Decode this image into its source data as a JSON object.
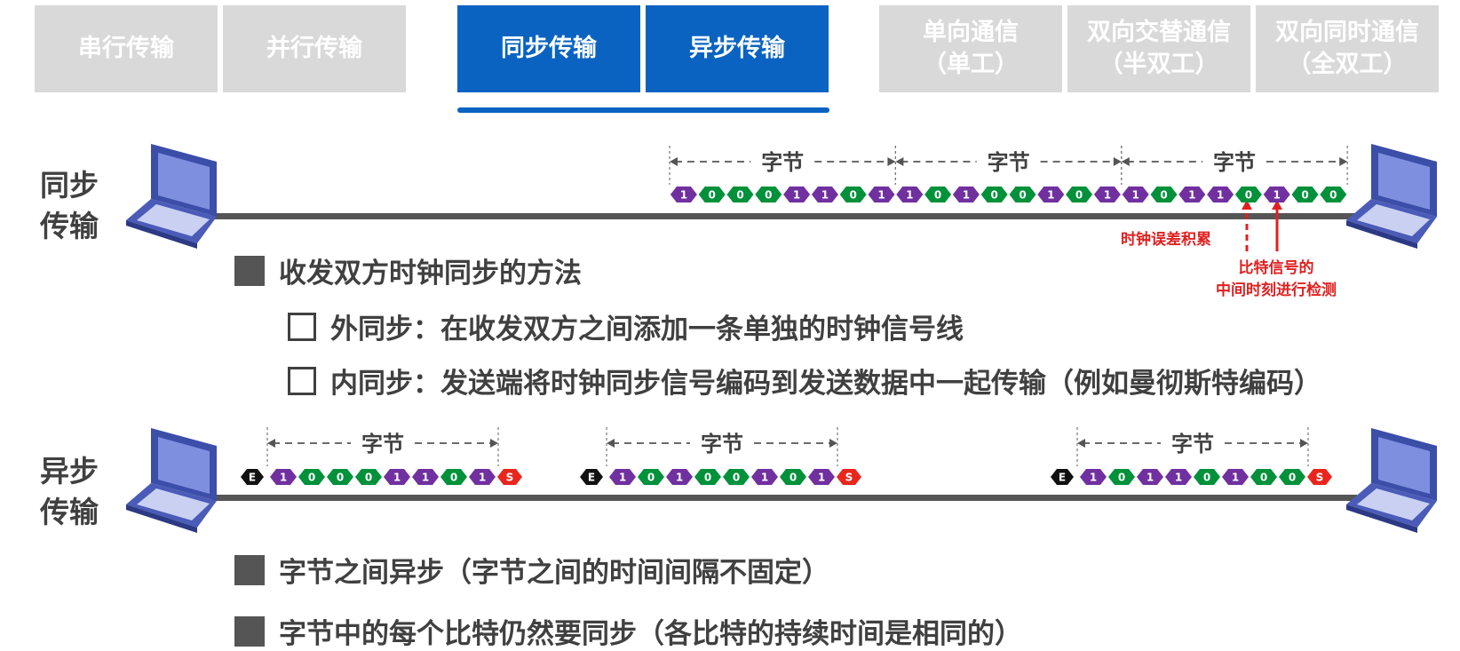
{
  "tabs": [
    {
      "label": "串行传输",
      "sub": ""
    },
    {
      "label": "并行传输",
      "sub": ""
    },
    {
      "label": "同步传输",
      "sub": ""
    },
    {
      "label": "异步传输",
      "sub": ""
    },
    {
      "label": "单向通信",
      "sub": "（单工）"
    },
    {
      "label": "双向交替通信",
      "sub": "（半双工）"
    },
    {
      "label": "双向同时通信",
      "sub": "（全双工）"
    }
  ],
  "active_tabs": [
    "同步传输",
    "异步传输"
  ],
  "sync": {
    "label_line1": "同步",
    "label_line2": "传输",
    "byte_label": "字节",
    "bits": [
      1,
      0,
      0,
      0,
      1,
      1,
      0,
      1,
      1,
      0,
      1,
      0,
      0,
      1,
      0,
      1,
      1,
      0,
      1,
      1,
      0,
      1,
      0,
      0
    ],
    "clock_error_label": "时钟误差积累",
    "detect_label_line1": "比特信号的",
    "detect_label_line2": "中间时刻进行检测"
  },
  "sync_notes": {
    "heading": "收发双方时钟同步的方法",
    "items": [
      "外同步：在收发双方之间添加一条单独的时钟信号线",
      "内同步：发送端将时钟同步信号编码到发送数据中一起传输（例如曼彻斯特编码）"
    ]
  },
  "async": {
    "label_line1": "异步",
    "label_line2": "传输",
    "byte_label": "字节",
    "start_marker": "E",
    "stop_marker": "S",
    "frames": [
      [
        1,
        0,
        0,
        0,
        1,
        1,
        0,
        1
      ],
      [
        1,
        0,
        1,
        0,
        0,
        1,
        0,
        1
      ],
      [
        1,
        0,
        1,
        1,
        0,
        1,
        0,
        0
      ]
    ]
  },
  "async_notes": [
    "字节之间异步（字节之间的时间间隔不固定）",
    "字节中的每个比特仍然要同步（各比特的持续时间是相同的）"
  ],
  "colors": {
    "active_tab": "#0a63c1",
    "inactive_tab": "#d9d9d9",
    "bit_one": "#7030a0",
    "bit_zero": "#00913a",
    "start_marker": "#111111",
    "stop_marker": "#e8261d",
    "annotation_red": "#e02020",
    "laptop_blue": "#3b4ea8"
  },
  "icons": [
    "laptop-icon"
  ]
}
